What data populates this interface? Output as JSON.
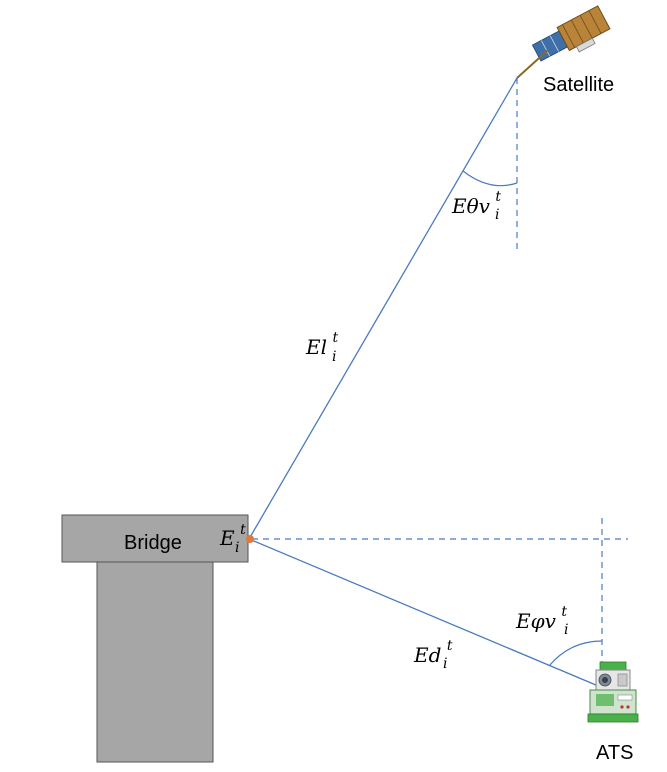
{
  "labels": {
    "satellite": "Satellite",
    "bridge": "Bridge",
    "ats": "ATS"
  },
  "math": {
    "e_theta_v": {
      "base": "Eθv",
      "sub": "i",
      "sup": "t"
    },
    "e_l": {
      "base": "El",
      "sub": "i",
      "sup": "t"
    },
    "e_point": {
      "base": "E",
      "sub": "i",
      "sup": "t"
    },
    "e_phi_v": {
      "base": "Eφv",
      "sub": "i",
      "sup": "t"
    },
    "e_d": {
      "base": "Ed",
      "sub": "i",
      "sup": "t"
    }
  },
  "colors": {
    "line": "#4a7bbf",
    "bridge_fill": "#a6a6a6",
    "bridge_stroke": "#555555",
    "point": "#e07b39"
  },
  "icons": [
    "satellite-icon",
    "total-station-icon"
  ]
}
